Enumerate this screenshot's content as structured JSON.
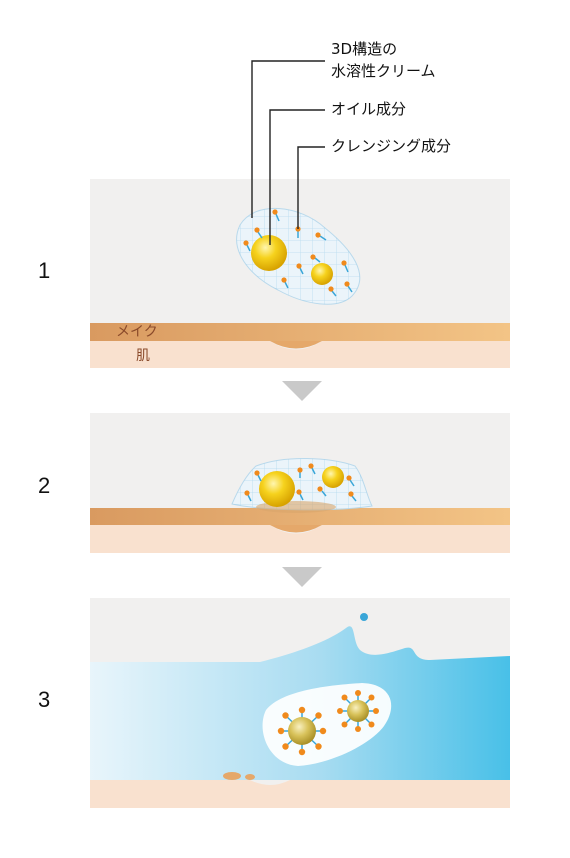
{
  "callouts": {
    "cream_line1": "3D構造の",
    "cream_line2": "水溶性クリーム",
    "oil": "オイル成分",
    "cleansing": "クレンジング成分"
  },
  "steps": [
    "1",
    "2",
    "3"
  ],
  "layers": {
    "makeup": "メイク",
    "skin": "肌"
  },
  "colors": {
    "panel_bg": "#f1f0ef",
    "makeup": "#e8b27a",
    "skin": "#f9e1cf",
    "oil": "#f2c20a",
    "cleansing_dot": "#f08a1c",
    "cleansing_stick": "#3aa6d8",
    "water": "#4cc3ea",
    "arrow": "#c9c9c9"
  }
}
